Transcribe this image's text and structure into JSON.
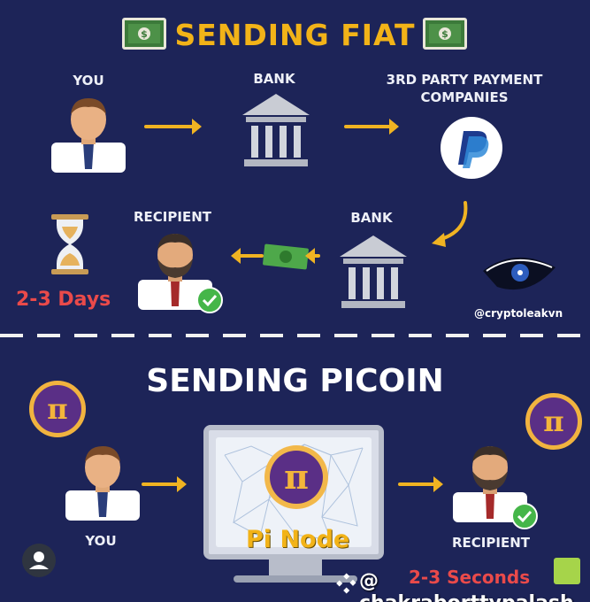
{
  "fiat_section": {
    "title": "SENDING FIAT",
    "you_label": "YOU",
    "bank_label_top": "BANK",
    "third_party_label": "3RD PARTY PAYMENT COMPANIES",
    "recipient_label": "RECIPIENT",
    "bank_label_bottom": "BANK",
    "duration": "2-3 Days"
  },
  "credit": {
    "handle": "@cryptoleakvn"
  },
  "pi_section": {
    "title": "SENDING PICOIN",
    "you_label": "YOU",
    "node_label": "Pi Node",
    "recipient_label": "RECIPIENT",
    "duration_partial": "2-3 Seconds"
  },
  "watermark": {
    "text": "@ chakraborttypalash"
  },
  "colors": {
    "background": "#1d2458",
    "accent_gold": "#f2b318",
    "duration_red": "#ea4a4a",
    "pi_purple": "#5a2f86",
    "check_green": "#45b649"
  },
  "icons": [
    "money-icon",
    "person-icon",
    "bank-icon",
    "paypal-icon",
    "hourglass-icon",
    "check-icon",
    "eye-logo-icon",
    "pi-coin-icon",
    "monitor-icon",
    "user-avatar-icon",
    "xiaohongshu-logo-icon"
  ]
}
